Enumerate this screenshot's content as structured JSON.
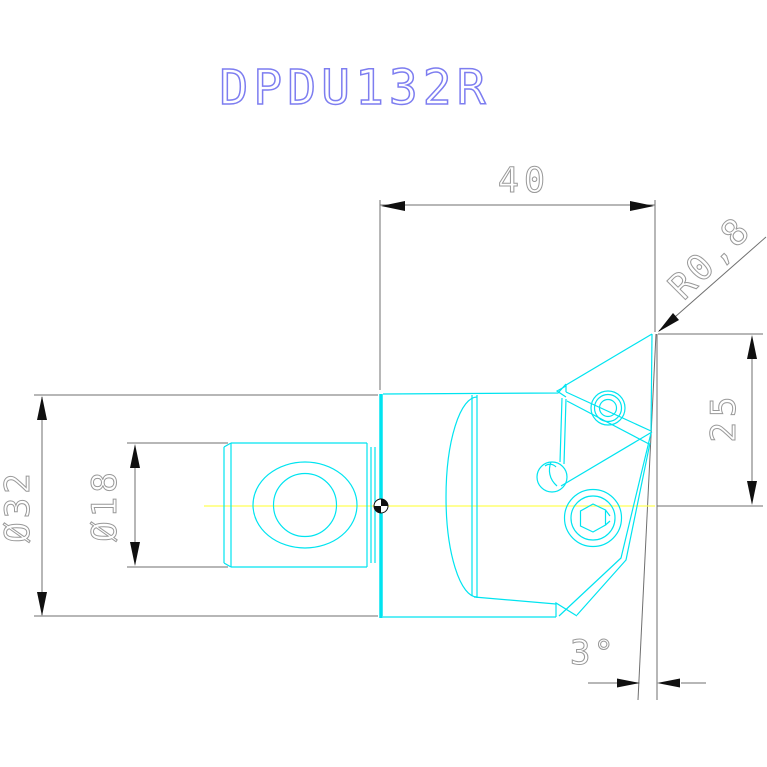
{
  "title": {
    "text": "DPDU132R",
    "color": "#7d7df0"
  },
  "drawing": {
    "type": "technical-drawing",
    "view": "side-view-toolholder",
    "part_color": "#00e4f0",
    "centerline_color": "#ffff55",
    "dimension_line_color": "#6f6f6f",
    "dimension_text_color": "#999999",
    "dimensions": {
      "head_length": "40",
      "corner_radius": "R0,8",
      "tip_height": "25",
      "body_diameter": "Ø32",
      "shank_diameter": "Ø18",
      "flank_angle": "3°"
    }
  }
}
